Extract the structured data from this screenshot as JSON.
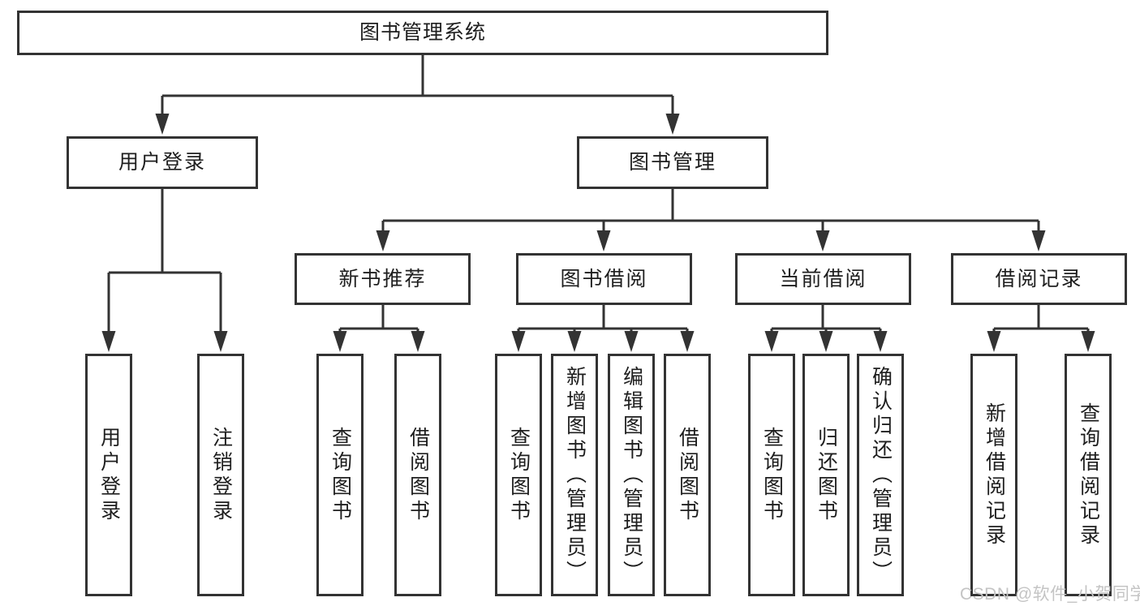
{
  "diagram": {
    "root": {
      "label": "图书管理系统"
    },
    "branches": [
      {
        "label": "用户登录",
        "children": [
          {
            "label": "用户登录"
          },
          {
            "label": "注销登录"
          }
        ]
      },
      {
        "label": "图书管理",
        "children": [
          {
            "label": "新书推荐",
            "children": [
              {
                "label": "查询图书"
              },
              {
                "label": "借阅图书"
              }
            ]
          },
          {
            "label": "图书借阅",
            "children": [
              {
                "label": "查询图书"
              },
              {
                "label": "新增图书（管理员）"
              },
              {
                "label": "编辑图书（管理员）"
              },
              {
                "label": "借阅图书"
              }
            ]
          },
          {
            "label": "当前借阅",
            "children": [
              {
                "label": "查询图书"
              },
              {
                "label": "归还图书"
              },
              {
                "label": "确认归还（管理员）"
              }
            ]
          },
          {
            "label": "借阅记录",
            "children": [
              {
                "label": "新增借阅记录"
              },
              {
                "label": "查询借阅记录"
              }
            ]
          }
        ]
      }
    ],
    "watermark": "CSDN @软件_小贺同学",
    "colors": {
      "line": "#333333",
      "text": "#1e1e1e",
      "box_background": "#ffffff",
      "page_background": "#ffffff",
      "watermark": "#c4c4c4"
    }
  }
}
